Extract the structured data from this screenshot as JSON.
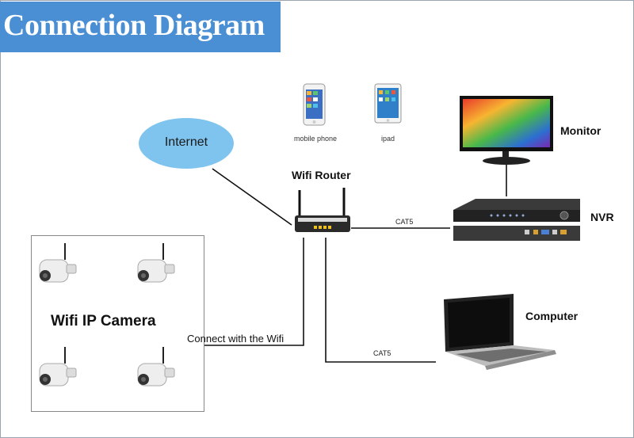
{
  "title": "Connection Diagram",
  "nodes": {
    "internet": "Internet",
    "router": "Wifi Router",
    "mobile": "mobile phone",
    "ipad": "ipad",
    "monitor": "Monitor",
    "nvr": "NVR",
    "computer": "Computer",
    "camera": "Wifi IP Camera"
  },
  "links": {
    "router_nvr": "CAT5",
    "router_computer": "CAT5",
    "camera_wifi": "Connect with the Wifi"
  },
  "colors": {
    "title_bg": "#4a8fd4",
    "internet_fill": "#7fc4ee"
  }
}
